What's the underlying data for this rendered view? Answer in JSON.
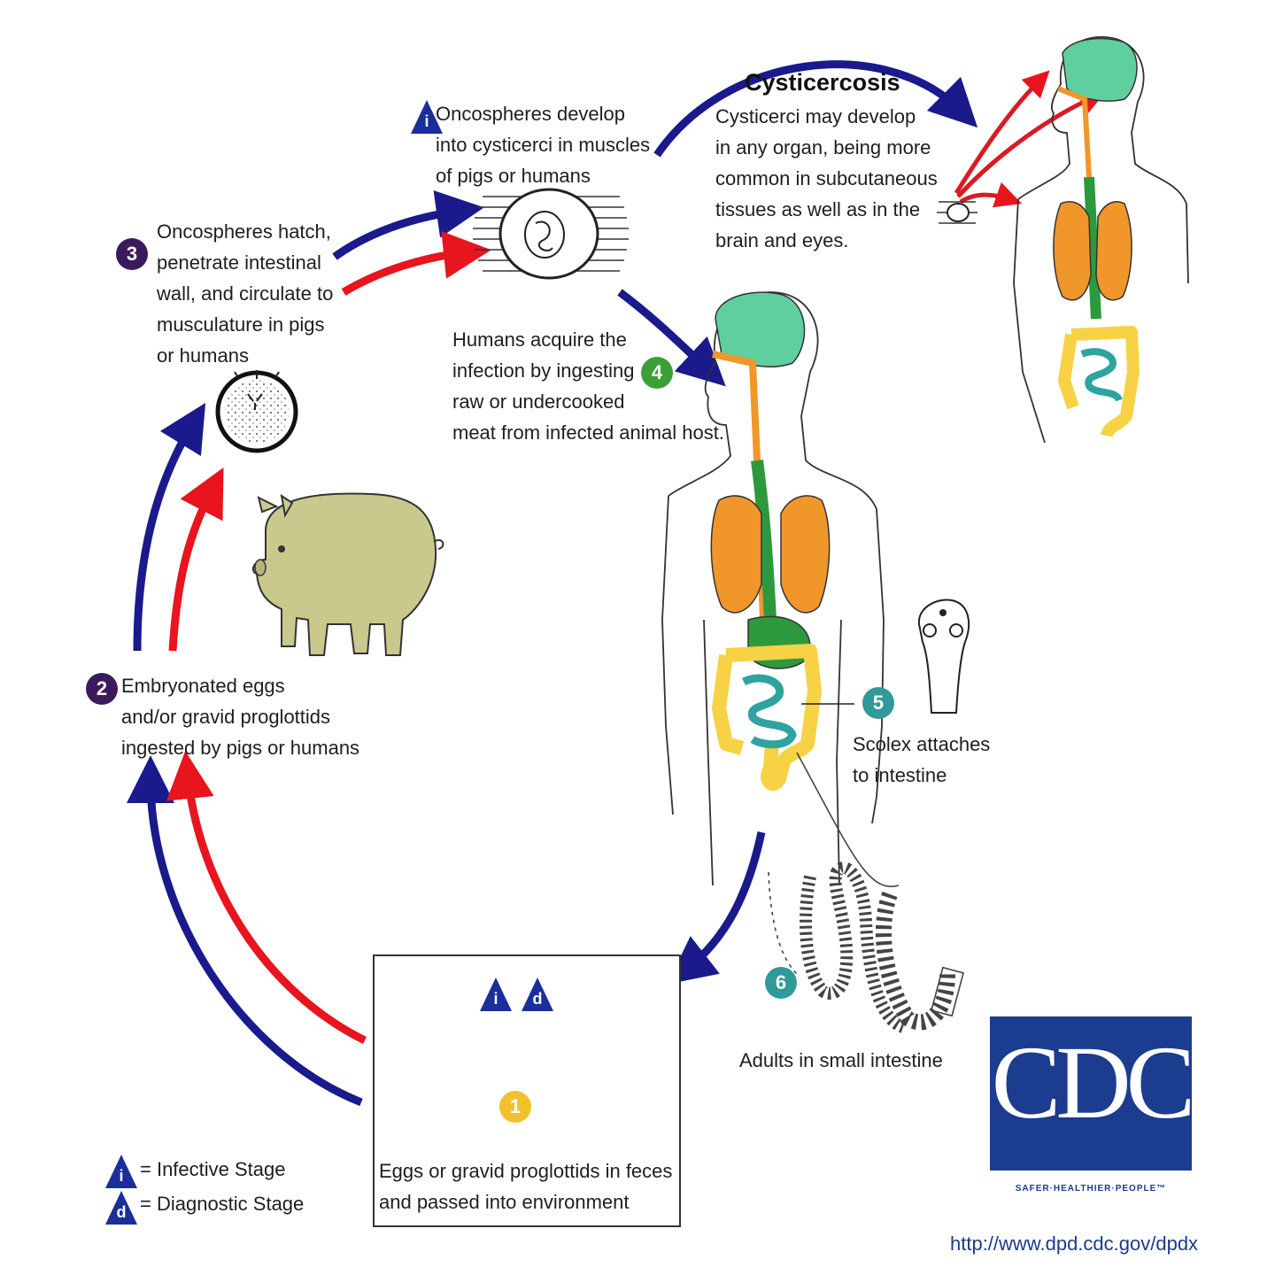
{
  "cysticercosis": {
    "title": "Cysticercosis",
    "lines": [
      "Cysticerci may develop",
      "in any organ, being more",
      "common in subcutaneous",
      "tissues as well as in the",
      "brain and eyes."
    ]
  },
  "stage_muscle": {
    "lines": [
      "Oncospheres develop",
      "into cysticerci in muscles",
      "of pigs or humans"
    ],
    "marker": "i"
  },
  "step3": {
    "badge": "3",
    "lines": [
      "Oncospheres hatch,",
      "penetrate intestinal",
      "wall, and circulate to",
      "musculature in pigs",
      "or humans"
    ]
  },
  "step4": {
    "badge": "4",
    "lines": [
      "Humans acquire the",
      "infection by ingesting",
      "raw or undercooked",
      "meat from infected animal host."
    ]
  },
  "step2": {
    "badge": "2",
    "lines": [
      "Embryonated eggs",
      "and/or gravid proglottids",
      "ingested by pigs or humans"
    ]
  },
  "step5": {
    "badge": "5",
    "lines": [
      "Scolex attaches",
      "to intestine"
    ]
  },
  "step6": {
    "badge": "6",
    "label": "Adults in small intestine"
  },
  "step1": {
    "badge": "1",
    "markers": [
      "i",
      "d"
    ],
    "lines": [
      "Eggs or gravid proglottids in feces",
      "and passed into environment"
    ]
  },
  "legend": {
    "infective": {
      "marker": "i",
      "label": "= Infective Stage"
    },
    "diagnostic": {
      "marker": "d",
      "label": "= Diagnostic Stage"
    }
  },
  "logo": {
    "letters": "CDC",
    "tagline": "SAFER·HEALTHIER·PEOPLE™",
    "url": "http://www.dpd.cdc.gov/dpdx"
  },
  "colors": {
    "human_cycle_arrow": "#1a1a8c",
    "pig_cycle_arrow": "#e8141e",
    "badge_purple": "#3b1a5c",
    "badge_green": "#3aa035",
    "badge_teal": "#2f9a98",
    "badge_yellow": "#f2c12e",
    "triangle_blue": "#1a2f99",
    "brain": "#5fcf9f",
    "lungs": "#f0962a",
    "gut": "#2c9a3c",
    "colon": "#f6d244",
    "small_intestine": "#2fa3a0",
    "pig": "#c9c98e"
  }
}
